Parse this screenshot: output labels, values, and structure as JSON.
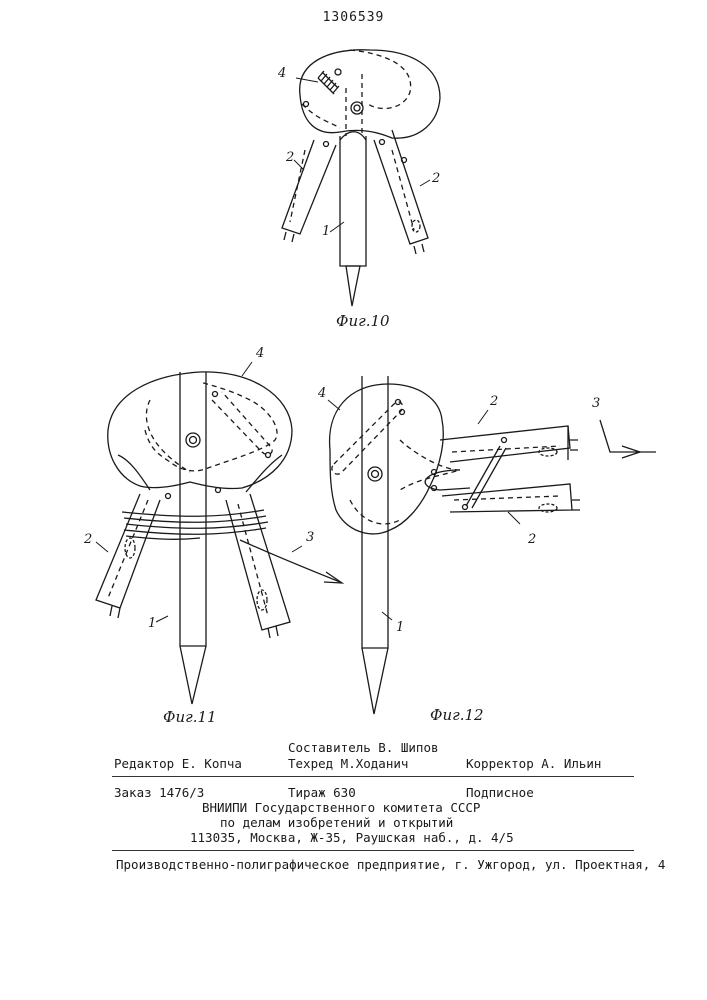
{
  "header": {
    "document_number": "1306539"
  },
  "figures": {
    "fig10": {
      "label": "Фиг.10",
      "parts": {
        "p1": "1",
        "p2a": "2",
        "p2b": "2",
        "p4": "4"
      }
    },
    "fig11": {
      "label": "Фиг.11",
      "parts": {
        "p1": "1",
        "p2": "2",
        "p3": "3",
        "p4": "4"
      }
    },
    "fig12": {
      "label": "Фиг.12",
      "parts": {
        "p1": "1",
        "p2a": "2",
        "p2b": "2",
        "p3": "3",
        "p4": "4"
      }
    }
  },
  "imprint": {
    "compiler": "Составитель В. Шипов",
    "editor": "Редактор Е. Копча",
    "techred": "Техред М.Ходанич",
    "corrector": "Корректор А. Ильин",
    "order": "Заказ 1476/3",
    "circulation": "Тираж 630",
    "subscription": "Подписное",
    "org_line1": "ВНИИПИ Государственного комитета СССР",
    "org_line2": "по делам изобретений и открытий",
    "org_address": "113035, Москва, Ж-35, Раушская наб., д. 4/5",
    "printer": "Производственно-полиграфическое предприятие, г. Ужгород, ул. Проектная, 4"
  }
}
